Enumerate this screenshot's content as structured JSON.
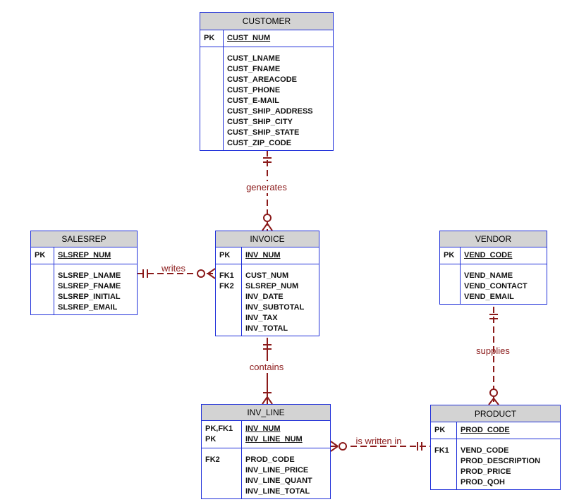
{
  "entities": {
    "customer": {
      "name": "CUSTOMER",
      "pk": [
        {
          "key": "PK",
          "attr": "CUST_NUM"
        }
      ],
      "attrs": [
        {
          "key": "",
          "attr": "CUST_LNAME"
        },
        {
          "key": "",
          "attr": "CUST_FNAME"
        },
        {
          "key": "",
          "attr": "CUST_AREACODE"
        },
        {
          "key": "",
          "attr": "CUST_PHONE"
        },
        {
          "key": "",
          "attr": "CUST_E-MAIL"
        },
        {
          "key": "",
          "attr": "CUST_SHIP_ADDRESS"
        },
        {
          "key": "",
          "attr": "CUST_SHIP_CITY"
        },
        {
          "key": "",
          "attr": "CUST_SHIP_STATE"
        },
        {
          "key": "",
          "attr": "CUST_ZIP_CODE"
        }
      ]
    },
    "salesrep": {
      "name": "SALESREP",
      "pk": [
        {
          "key": "PK",
          "attr": "SLSREP_NUM"
        }
      ],
      "attrs": [
        {
          "key": "",
          "attr": "SLSREP_LNAME"
        },
        {
          "key": "",
          "attr": "SLSREP_FNAME"
        },
        {
          "key": "",
          "attr": "SLSREP_INITIAL"
        },
        {
          "key": "",
          "attr": "SLSREP_EMAIL"
        }
      ]
    },
    "invoice": {
      "name": "INVOICE",
      "pk": [
        {
          "key": "PK",
          "attr": "INV_NUM"
        }
      ],
      "attrs": [
        {
          "key": "FK1",
          "attr": "CUST_NUM"
        },
        {
          "key": "FK2",
          "attr": "SLSREP_NUM"
        },
        {
          "key": "",
          "attr": "INV_DATE"
        },
        {
          "key": "",
          "attr": "INV_SUBTOTAL"
        },
        {
          "key": "",
          "attr": "INV_TAX"
        },
        {
          "key": "",
          "attr": "INV_TOTAL"
        }
      ]
    },
    "vendor": {
      "name": "VENDOR",
      "pk": [
        {
          "key": "PK",
          "attr": "VEND_CODE"
        }
      ],
      "attrs": [
        {
          "key": "",
          "attr": "VEND_NAME"
        },
        {
          "key": "",
          "attr": "VEND_CONTACT"
        },
        {
          "key": "",
          "attr": "VEND_EMAIL"
        }
      ]
    },
    "inv_line": {
      "name": "INV_LINE",
      "pk": [
        {
          "key": "PK,FK1",
          "attr": "INV_NUM"
        },
        {
          "key": "PK",
          "attr": "INV_LINE_NUM"
        }
      ],
      "attrs": [
        {
          "key": "FK2",
          "attr": "PROD_CODE"
        },
        {
          "key": "",
          "attr": "INV_LINE_PRICE"
        },
        {
          "key": "",
          "attr": "INV_LINE_QUANT"
        },
        {
          "key": "",
          "attr": "INV_LINE_TOTAL"
        }
      ]
    },
    "product": {
      "name": "PRODUCT",
      "pk": [
        {
          "key": "PK",
          "attr": "PROD_CODE"
        }
      ],
      "attrs": [
        {
          "key": "FK1",
          "attr": "VEND_CODE"
        },
        {
          "key": "",
          "attr": "PROD_DESCRIPTION"
        },
        {
          "key": "",
          "attr": "PROD_PRICE"
        },
        {
          "key": "",
          "attr": "PROD_QOH"
        }
      ]
    }
  },
  "relationships": {
    "generates": "generates",
    "writes": "writes",
    "contains": "contains",
    "supplies": "supplies",
    "is_written_in": "is written in"
  },
  "colors": {
    "entity_border": "#1f2fd9",
    "entity_header": "#d3d3d3",
    "relationship": "#8b1a1a"
  }
}
